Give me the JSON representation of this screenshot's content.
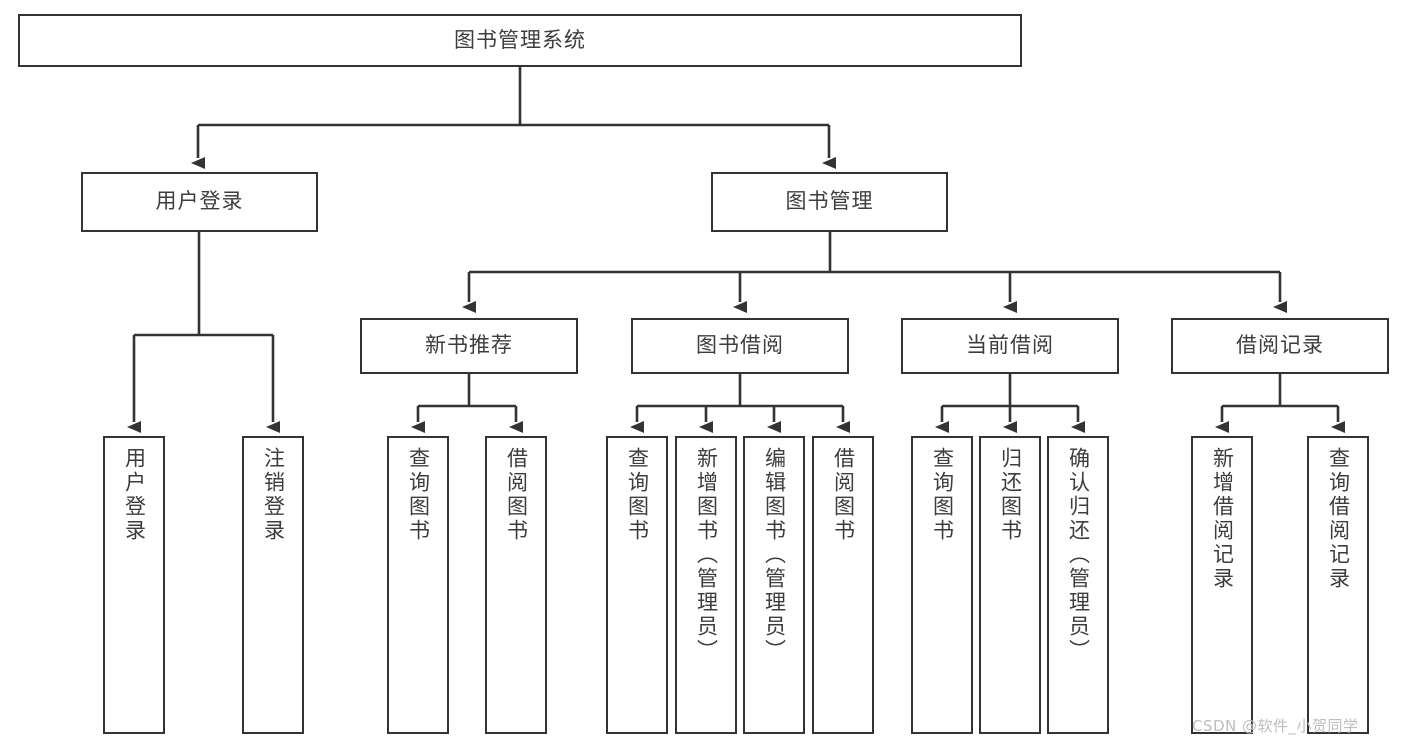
{
  "diagram": {
    "type": "tree-hierarchy-diagram",
    "title": "图书管理系统",
    "line_color": "#333333",
    "text_color": "#3d3d3d",
    "background_color": "#ffffff",
    "watermark": "CSDN @软件_小贺同学",
    "watermark_color": "#bdbdbd"
  },
  "nodes": {
    "root": {
      "label": "图书管理系统",
      "level": 1
    },
    "level2": [
      {
        "id": "user-login",
        "label": "用户登录"
      },
      {
        "id": "book-management",
        "label": "图书管理"
      }
    ],
    "level3": [
      {
        "id": "new-book-recommend",
        "label": "新书推荐"
      },
      {
        "id": "book-borrow",
        "label": "图书借阅"
      },
      {
        "id": "current-borrow",
        "label": "当前借阅"
      },
      {
        "id": "borrow-record",
        "label": "借阅记录"
      }
    ],
    "leaves": {
      "user_login": [
        {
          "id": "leaf-user-login",
          "label": "用户登录"
        },
        {
          "id": "leaf-logout-login",
          "label": "注销登录"
        }
      ],
      "new_book_recommend": [
        {
          "id": "leaf-query-book-1",
          "label": "查询图书"
        },
        {
          "id": "leaf-borrow-book-1",
          "label": "借阅图书"
        }
      ],
      "book_borrow": [
        {
          "id": "leaf-query-book-2",
          "label": "查询图书"
        },
        {
          "id": "leaf-add-book",
          "label": "新增图书（管理员）"
        },
        {
          "id": "leaf-edit-book",
          "label": "编辑图书（管理员）"
        },
        {
          "id": "leaf-borrow-book-2",
          "label": "借阅图书"
        }
      ],
      "current_borrow": [
        {
          "id": "leaf-query-book-3",
          "label": "查询图书"
        },
        {
          "id": "leaf-return-book",
          "label": "归还图书"
        },
        {
          "id": "leaf-confirm-return",
          "label": "确认归还（管理员）"
        }
      ],
      "borrow_record": [
        {
          "id": "leaf-add-borrow-record",
          "label": "新增借阅记录"
        },
        {
          "id": "leaf-query-borrow-record",
          "label": "查询借阅记录"
        }
      ]
    }
  }
}
